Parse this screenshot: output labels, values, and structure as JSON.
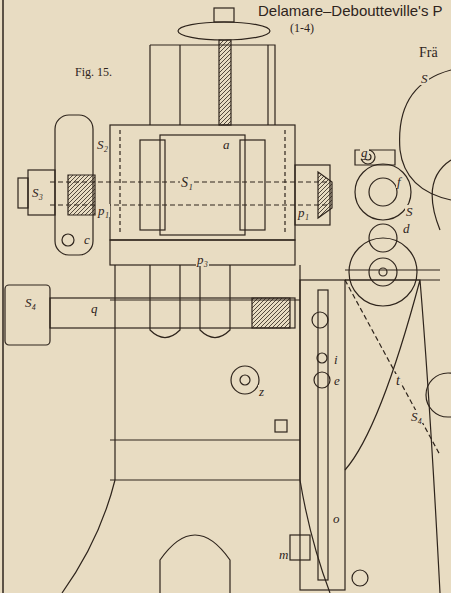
{
  "diagram": {
    "title": "Delamare–Deboutteville's P",
    "labels": [
      "(1-4)",
      "Fig. 15.",
      "Frä",
      "S",
      "S",
      "S₂",
      "S₃",
      "S₁",
      "a",
      "p₁",
      "p₁",
      "p₃",
      "g",
      "f",
      "d",
      "c",
      "S₄",
      "q",
      "z",
      "i",
      "e",
      "t",
      "S₄",
      "o",
      "m"
    ]
  }
}
